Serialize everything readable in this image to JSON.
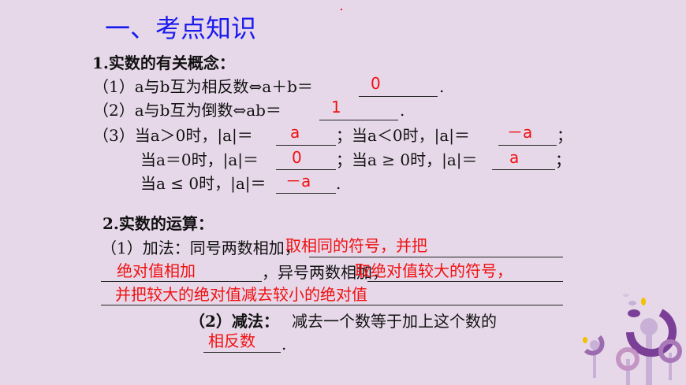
{
  "title": "一、考点知识",
  "section1": {
    "heading": "1.实数的有关概念：",
    "item1": {
      "text": "（1）a与b互为相反数⇔a＋b＝",
      "answer": "0",
      "end": "."
    },
    "item2": {
      "text": "（2）a与b互为倒数⇔ab＝",
      "answer": "1",
      "end": "."
    },
    "item3": {
      "a": "（3）当a＞0时，|a|＝",
      "a_ans": "a",
      "b": "；当a＜0时，|a|＝",
      "b_ans": "－a",
      "b_end": "；",
      "c": "当a＝0时，|a|＝",
      "c_ans": "0",
      "d": "；当a ≥ 0时，|a|＝",
      "d_ans": "a",
      "d_end": "；",
      "e": "当a ≤ 0时，|a|＝",
      "e_ans": "－a",
      "e_end": "."
    }
  },
  "section2": {
    "heading": "2.实数的运算：",
    "add": {
      "text1": "（1）加法：同号两数相加，",
      "ans1": "取相同的符号，并把",
      "ans2": "绝对值相加",
      "text2": "，异号两数相加，",
      "ans3": "取绝对值较大的符号，",
      "ans4": "并把较大的绝对值减去较小的绝对值"
    },
    "sub": {
      "label": "（2）减法：",
      "text": "减去一个数等于加上这个数的",
      "ans": "相反数",
      "end": "."
    }
  },
  "colors": {
    "title": "#1a1aee",
    "answer": "#f01010",
    "background": "#e7d8e9",
    "decor_dark": "#7b3f98",
    "decor_light": "#c8b0d6",
    "decor_accent": "#f2c100"
  }
}
